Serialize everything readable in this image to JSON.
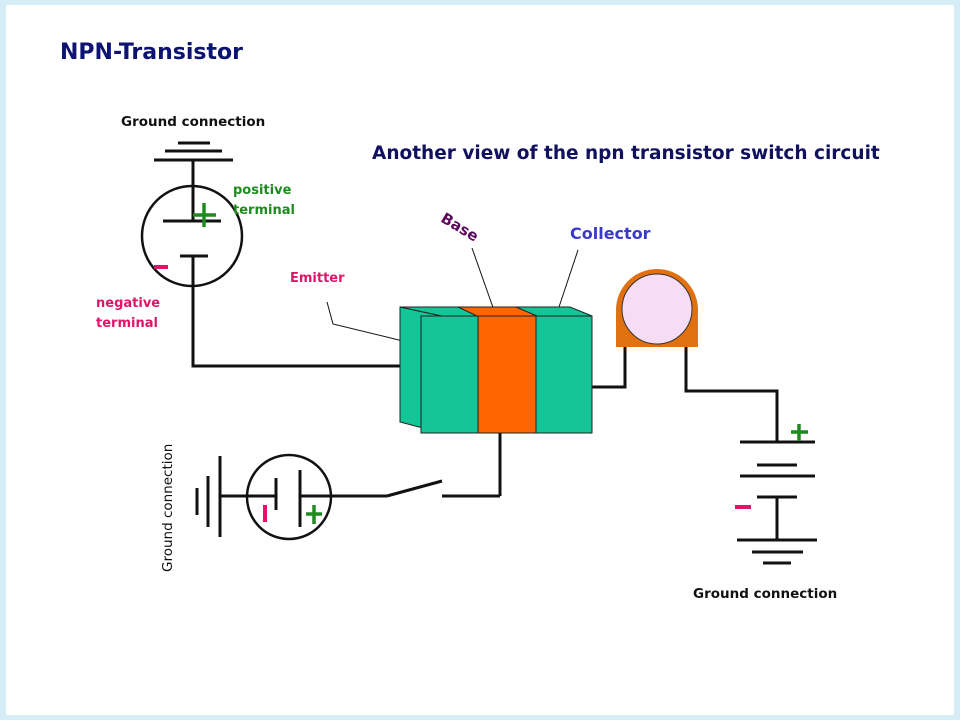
{
  "title": "NPN-Transistor",
  "subtitle": "Another view of the npn transistor switch circuit",
  "labels": {
    "ground_top": "Ground connection",
    "ground_bottom_right": "Ground connection",
    "ground_left_vertical": "Ground connection",
    "positive_terminal": "positive terminal",
    "negative_terminal": "negative terminal",
    "emitter": "Emitter",
    "base": "Base",
    "collector": "Collector"
  },
  "colors": {
    "emitter_region": "#13c597",
    "base_region": "#ff6600",
    "collector_region": "#13c597",
    "lamp_housing": "#e07010",
    "lamp_bulb": "#f7dcf5",
    "plus_sign": "#1f8b1f",
    "minus_sign": "#e0156a"
  },
  "icons": [
    "battery-icon",
    "ground-symbol-icon",
    "lamp-icon",
    "switch-icon",
    "transistor-icon"
  ]
}
